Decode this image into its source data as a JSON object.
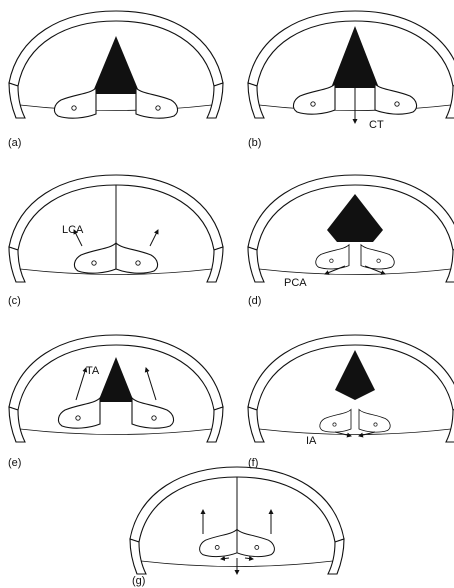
{
  "panels": [
    {
      "letter": "(a)",
      "annotation": ""
    },
    {
      "letter": "(b)",
      "annotation": "CT"
    },
    {
      "letter": "(c)",
      "annotation": "LCA"
    },
    {
      "letter": "(d)",
      "annotation": "PCA"
    },
    {
      "letter": "(e)",
      "annotation": "TA"
    },
    {
      "letter": "(f)",
      "annotation": "IA"
    },
    {
      "letter": "(g)",
      "annotation": ""
    }
  ],
  "colors": {
    "ink": "#111111",
    "background": "#ffffff"
  }
}
